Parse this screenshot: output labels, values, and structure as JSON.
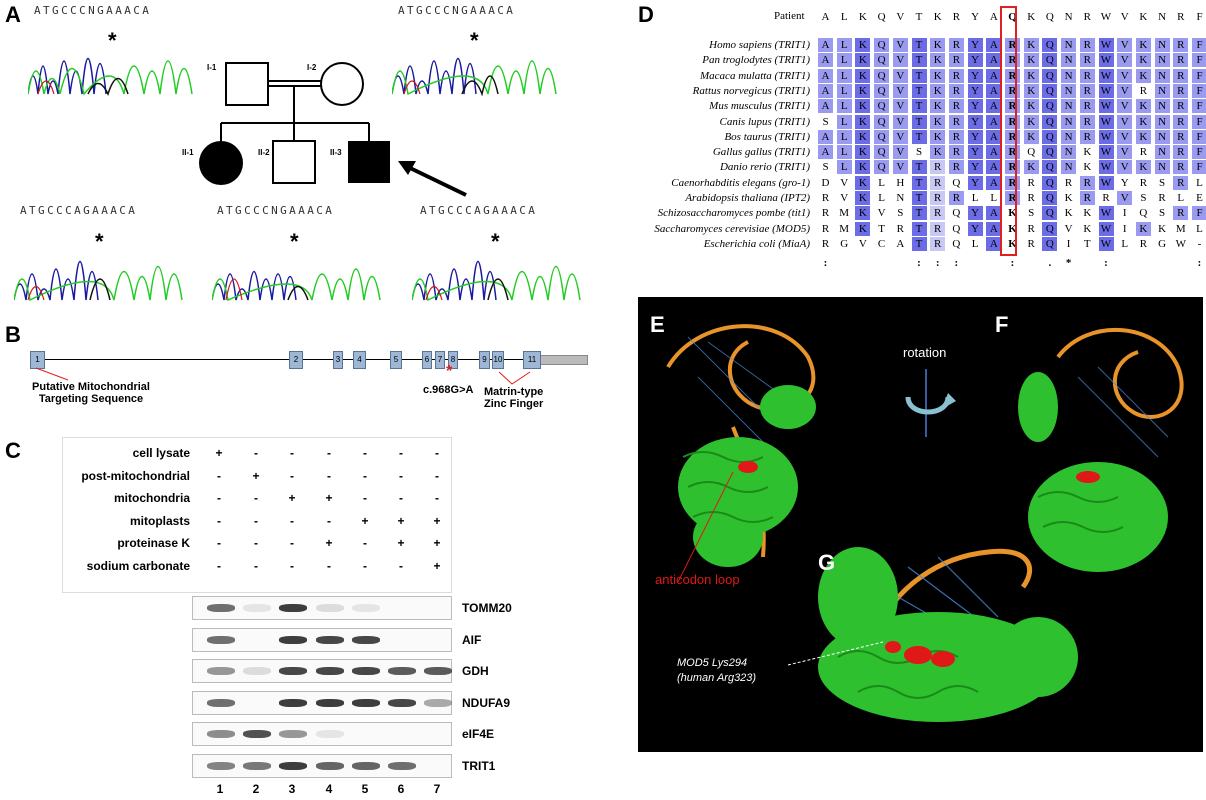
{
  "panels": {
    "a": "A",
    "b": "B",
    "c": "C",
    "d": "D",
    "e": "E",
    "f": "F",
    "g": "G"
  },
  "panel_a": {
    "sequences": {
      "top_left": "ATGCCCNGAAACA",
      "top_right": "ATGCCCNGAAACA",
      "bottom_left": "ATGCCCAGAAACA",
      "bottom_mid": "ATGCCCNGAAACA",
      "bottom_right": "ATGCCCAGAAACA"
    },
    "star": "*",
    "pedigree": {
      "i1": "I-1",
      "i2": "I-2",
      "ii1": "II-1",
      "ii2": "II-2",
      "ii3": "II-3"
    }
  },
  "panel_b": {
    "exons": [
      "1",
      "2",
      "3",
      "4",
      "5",
      "6",
      "7",
      "8",
      "9",
      "10",
      "11"
    ],
    "mts_label": "Putative Mitochondrial Targeting Sequence",
    "mutation": "c.968G>A",
    "zinc_label": "Matrin-type Zinc Finger",
    "mut_star": "*"
  },
  "panel_c": {
    "rows": [
      {
        "label": "cell lysate",
        "values": [
          "+",
          "-",
          "-",
          "-",
          "-",
          "-",
          "-"
        ]
      },
      {
        "label": "post-mitochondrial",
        "values": [
          "-",
          "+",
          "-",
          "-",
          "-",
          "-",
          "-"
        ]
      },
      {
        "label": "mitochondria",
        "values": [
          "-",
          "-",
          "+",
          "+",
          "-",
          "-",
          "-"
        ]
      },
      {
        "label": "mitoplasts",
        "values": [
          "-",
          "-",
          "-",
          "-",
          "+",
          "+",
          "+"
        ]
      },
      {
        "label": "proteinase K",
        "values": [
          "-",
          "-",
          "-",
          "+",
          "-",
          "+",
          "+"
        ]
      },
      {
        "label": "sodium carbonate",
        "values": [
          "-",
          "-",
          "-",
          "-",
          "-",
          "-",
          "+"
        ]
      }
    ],
    "blots": [
      {
        "label": "TOMM20",
        "bands": [
          0.7,
          0.1,
          0.95,
          0.15,
          0.1,
          0,
          0
        ]
      },
      {
        "label": "AIF",
        "bands": [
          0.7,
          0,
          0.95,
          0.9,
          0.9,
          0,
          0
        ]
      },
      {
        "label": "GDH",
        "bands": [
          0.5,
          0.15,
          0.9,
          0.9,
          0.9,
          0.8,
          0.8
        ]
      },
      {
        "label": "NDUFA9",
        "bands": [
          0.7,
          0,
          0.95,
          0.95,
          0.95,
          0.9,
          0.4
        ]
      },
      {
        "label": "eIF4E",
        "bands": [
          0.55,
          0.85,
          0.5,
          0.1,
          0,
          0,
          0
        ]
      },
      {
        "label": "TRIT1",
        "bands": [
          0.6,
          0.65,
          0.95,
          0.75,
          0.75,
          0.7,
          0
        ]
      }
    ],
    "lanes": [
      "1",
      "2",
      "3",
      "4",
      "5",
      "6",
      "7"
    ]
  },
  "panel_d": {
    "patient_label": "Patient",
    "patient_seq": [
      "A",
      "L",
      "K",
      "Q",
      "V",
      "T",
      "K",
      "R",
      "Y",
      "A",
      "Q",
      "K",
      "Q",
      "N",
      "R",
      "W",
      "V",
      "K",
      "N",
      "R",
      "F"
    ],
    "species": [
      {
        "name": "Homo sapiens (TRIT1)",
        "seq": [
          "A",
          "L",
          "K",
          "Q",
          "V",
          "T",
          "K",
          "R",
          "Y",
          "A",
          "R",
          "K",
          "Q",
          "N",
          "R",
          "W",
          "V",
          "K",
          "N",
          "R",
          "F"
        ]
      },
      {
        "name": "Pan troglodytes (TRIT1)",
        "seq": [
          "A",
          "L",
          "K",
          "Q",
          "V",
          "T",
          "K",
          "R",
          "Y",
          "A",
          "R",
          "K",
          "Q",
          "N",
          "R",
          "W",
          "V",
          "K",
          "N",
          "R",
          "F"
        ]
      },
      {
        "name": "Macaca mulatta (TRIT1)",
        "seq": [
          "A",
          "L",
          "K",
          "Q",
          "V",
          "T",
          "K",
          "R",
          "Y",
          "A",
          "R",
          "K",
          "Q",
          "N",
          "R",
          "W",
          "V",
          "K",
          "N",
          "R",
          "F"
        ]
      },
      {
        "name": "Rattus norvegicus (TRIT1)",
        "seq": [
          "A",
          "L",
          "K",
          "Q",
          "V",
          "T",
          "K",
          "R",
          "Y",
          "A",
          "R",
          "K",
          "Q",
          "N",
          "R",
          "W",
          "V",
          "R",
          "N",
          "R",
          "F"
        ]
      },
      {
        "name": "Mus musculus (TRIT1)",
        "seq": [
          "A",
          "L",
          "K",
          "Q",
          "V",
          "T",
          "K",
          "R",
          "Y",
          "A",
          "R",
          "K",
          "Q",
          "N",
          "R",
          "W",
          "V",
          "K",
          "N",
          "R",
          "F"
        ]
      },
      {
        "name": "Canis lupus (TRIT1)",
        "seq": [
          "S",
          "L",
          "K",
          "Q",
          "V",
          "T",
          "K",
          "R",
          "Y",
          "A",
          "R",
          "K",
          "Q",
          "N",
          "R",
          "W",
          "V",
          "K",
          "N",
          "R",
          "F"
        ]
      },
      {
        "name": "Bos taurus (TRIT1)",
        "seq": [
          "A",
          "L",
          "K",
          "Q",
          "V",
          "T",
          "K",
          "R",
          "Y",
          "A",
          "R",
          "K",
          "Q",
          "N",
          "R",
          "W",
          "V",
          "K",
          "N",
          "R",
          "F"
        ]
      },
      {
        "name": "Gallus gallus (TRIT1)",
        "seq": [
          "A",
          "L",
          "K",
          "Q",
          "V",
          "S",
          "K",
          "R",
          "Y",
          "A",
          "R",
          "Q",
          "Q",
          "N",
          "K",
          "W",
          "V",
          "R",
          "N",
          "R",
          "F"
        ]
      },
      {
        "name": "Danio rerio (TRIT1)",
        "seq": [
          "S",
          "L",
          "K",
          "Q",
          "V",
          "T",
          "R",
          "R",
          "Y",
          "A",
          "R",
          "K",
          "Q",
          "N",
          "K",
          "W",
          "V",
          "K",
          "N",
          "R",
          "F"
        ]
      },
      {
        "name": "Caenorhabditis elegans (gro-1)",
        "seq": [
          "D",
          "V",
          "K",
          "L",
          "H",
          "T",
          "R",
          "Q",
          "Y",
          "A",
          "R",
          "R",
          "Q",
          "R",
          "R",
          "W",
          "Y",
          "R",
          "S",
          "R",
          "L"
        ]
      },
      {
        "name": "Arabidopsis thaliana (IPT2)",
        "seq": [
          "R",
          "V",
          "K",
          "L",
          "N",
          "T",
          "R",
          "R",
          "L",
          "L",
          "R",
          "R",
          "Q",
          "K",
          "R",
          "R",
          "V",
          "S",
          "R",
          "L",
          "E"
        ]
      },
      {
        "name": "Schizosaccharomyces pombe (tit1)",
        "seq": [
          "R",
          "M",
          "K",
          "V",
          "S",
          "T",
          "R",
          "Q",
          "Y",
          "A",
          "K",
          "S",
          "Q",
          "K",
          "K",
          "W",
          "I",
          "Q",
          "S",
          "R",
          "F"
        ]
      },
      {
        "name": "Saccharomyces cerevisiae (MOD5)",
        "seq": [
          "R",
          "M",
          "K",
          "T",
          "R",
          "T",
          "R",
          "Q",
          "Y",
          "A",
          "K",
          "R",
          "Q",
          "V",
          "K",
          "W",
          "I",
          "K",
          "K",
          "M",
          "L"
        ]
      },
      {
        "name": "Escherichia coli (MiaA)",
        "seq": [
          "R",
          "G",
          "V",
          "C",
          "A",
          "T",
          "R",
          "Q",
          "L",
          "A",
          "K",
          "R",
          "Q",
          "I",
          "T",
          "W",
          "L",
          "R",
          "G",
          "W",
          "-"
        ]
      }
    ],
    "consensus": [
      ":",
      "",
      "",
      "",
      "",
      ":",
      ":",
      ":",
      "",
      "",
      ":",
      "",
      ".",
      "*",
      "",
      ":",
      "",
      "",
      "",
      "",
      ":"
    ]
  },
  "panel_efg": {
    "rotation": "rotation",
    "anticodon": "anticodon loop",
    "mod5_line1": "MOD5 Lys294",
    "mod5_line2": "(human Arg323)"
  },
  "colors": {
    "dark": "#6c6ce6",
    "mid": "#9a9af0",
    "light": "#c8c8f6",
    "none": "#ffffff",
    "box": "#e02020",
    "exon": "#9db7d5",
    "protein": "#2ec02e",
    "rna": "#e8942a",
    "site": "#e01818"
  }
}
